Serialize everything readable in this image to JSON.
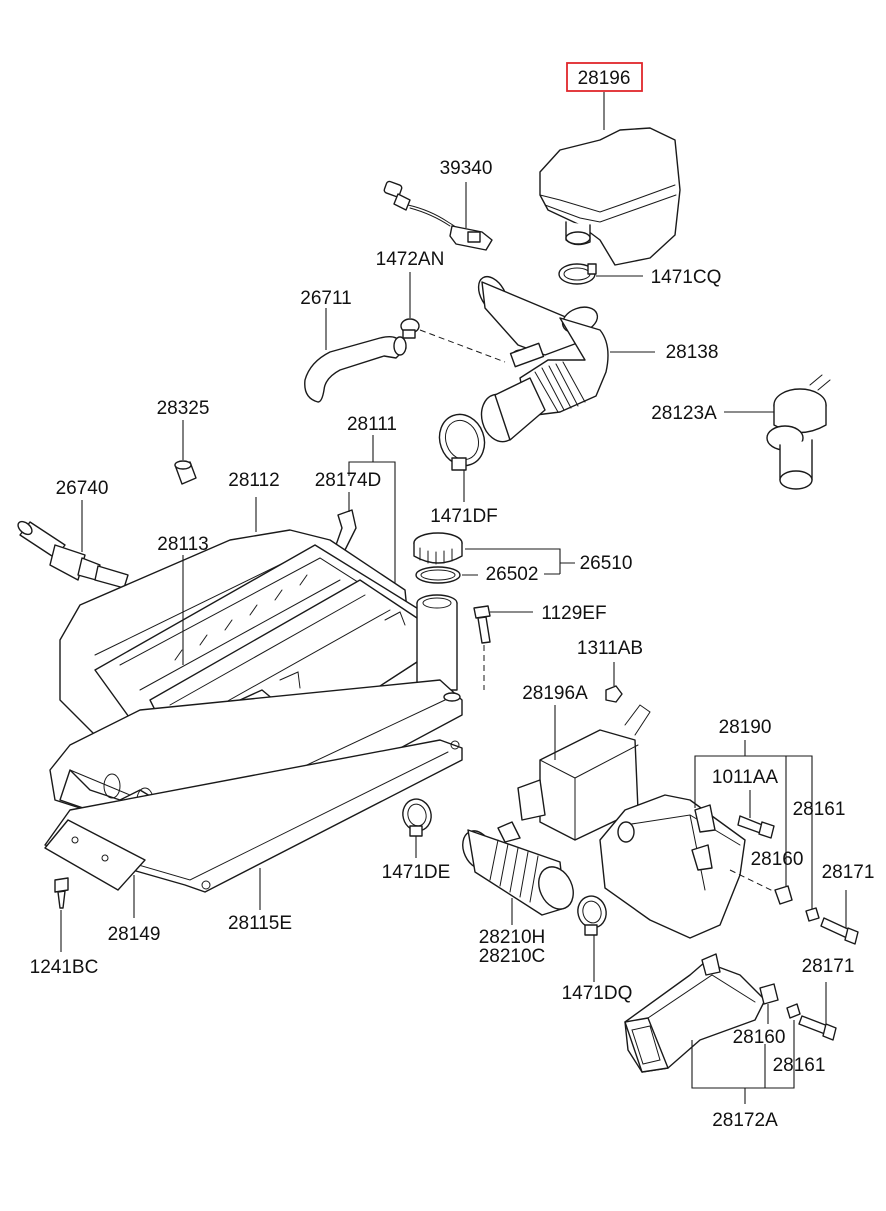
{
  "highlight_color": "#e0262b",
  "labels": {
    "p28196": "28196",
    "p39340": "39340",
    "p1472AN": "1472AN",
    "p1471CQ": "1471CQ",
    "p26711": "26711",
    "p28138": "28138",
    "p28325": "28325",
    "p28123A": "28123A",
    "p28111": "28111",
    "p28112": "28112",
    "p28174D": "28174D",
    "p26740": "26740",
    "p1471DF": "1471DF",
    "p28113": "28113",
    "p26510": "26510",
    "p26502": "26502",
    "p1129EF": "1129EF",
    "p1311AB": "1311AB",
    "p28196A": "28196A",
    "p28190": "28190",
    "p1011AA": "1011AA",
    "p28161a": "28161",
    "p28160a": "28160",
    "p28171a": "28171",
    "p1471DE": "1471DE",
    "p28149": "28149",
    "p28115E": "28115E",
    "p28210H": "28210H",
    "p28210C": "28210C",
    "p1241BC": "1241BC",
    "p1471DQ": "1471DQ",
    "p28171b": "28171",
    "p28160b": "28160",
    "p28161b": "28161",
    "p28172A": "28172A"
  }
}
